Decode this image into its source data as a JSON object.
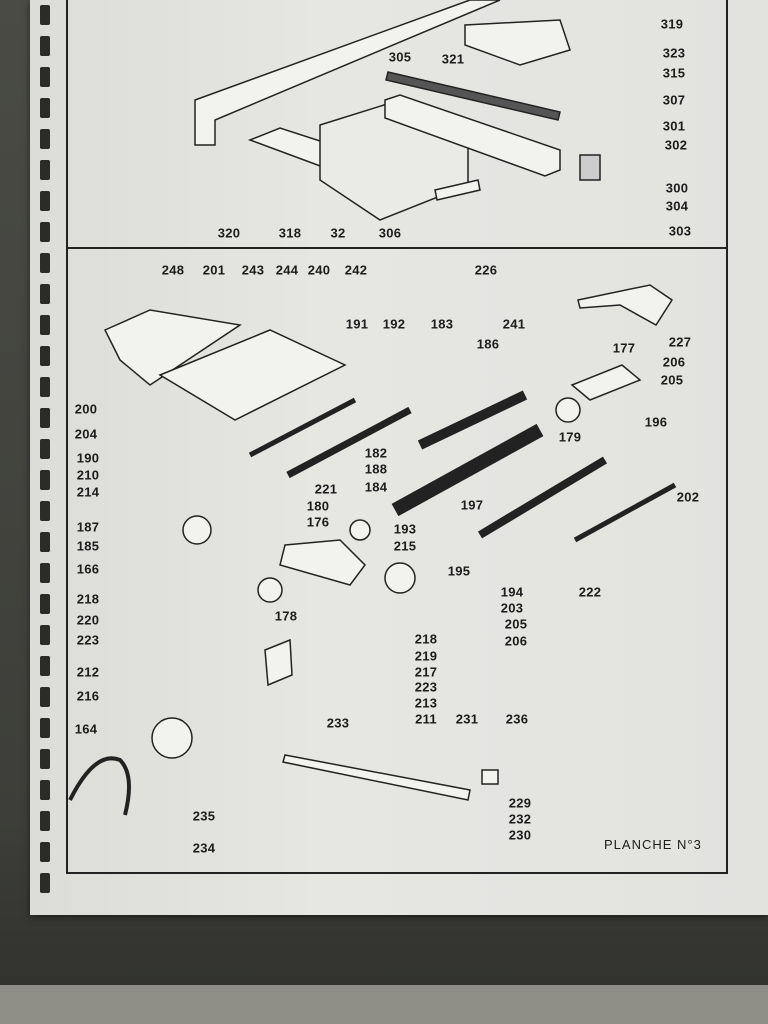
{
  "sheet_title": "PLANCHE N°3",
  "top_section_labels": [
    "319",
    "321",
    "323",
    "315",
    "305",
    "307",
    "301",
    "302",
    "300",
    "304",
    "303",
    "320",
    "318",
    "32",
    "306"
  ],
  "bottom_section_labels": [
    "248",
    "201",
    "243",
    "244",
    "240",
    "242",
    "226",
    "227",
    "206",
    "205",
    "177",
    "241",
    "186",
    "183",
    "192",
    "191",
    "200",
    "204",
    "190",
    "210",
    "214",
    "187",
    "185",
    "166",
    "218",
    "220",
    "223",
    "212",
    "216",
    "164",
    "182",
    "188",
    "184",
    "179",
    "196",
    "221",
    "180",
    "176",
    "197",
    "193",
    "215",
    "195",
    "194",
    "203",
    "205",
    "206",
    "222",
    "202",
    "178",
    "218",
    "219",
    "217",
    "223",
    "213",
    "211",
    "233",
    "231",
    "236",
    "235",
    "229",
    "232",
    "230",
    "234"
  ]
}
